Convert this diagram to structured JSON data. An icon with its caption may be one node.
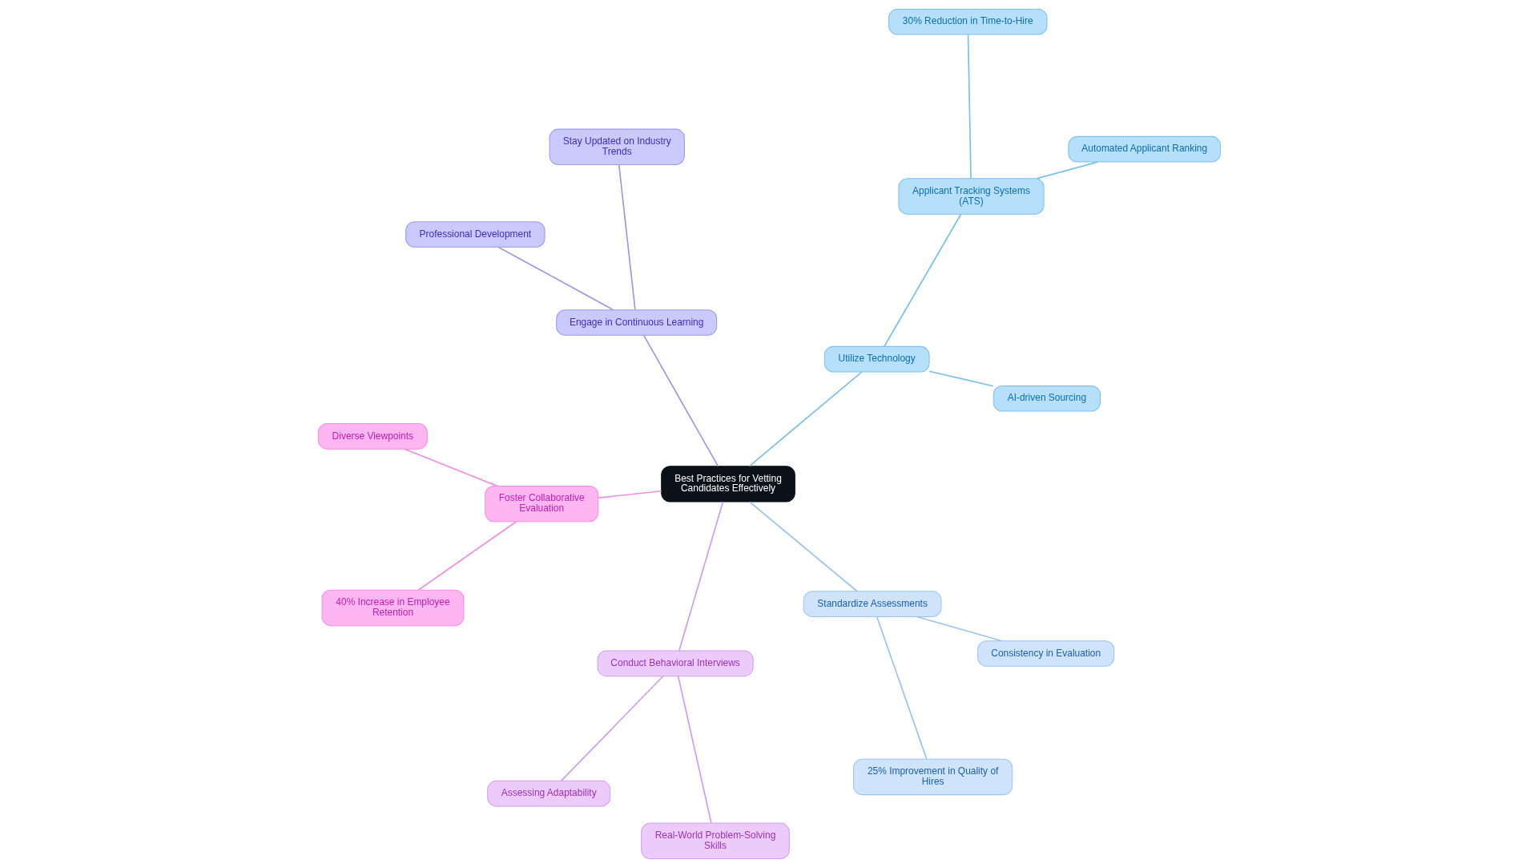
{
  "diagram": {
    "nodes": [
      {
        "text": [
          "Best Practices for Vetting Candidates Effectively"
        ]
      },
      {
        "text": [
          "Engage in Continuous Learning"
        ]
      },
      {
        "text": [
          "Professional Development"
        ]
      },
      {
        "text": [
          "Stay Updated on Industry Trends"
        ]
      },
      {
        "text": [
          "Foster Collaborative Evaluation"
        ]
      },
      {
        "text": [
          "Diverse Viewpoints"
        ]
      },
      {
        "text": [
          "40% Increase in Employee Retention"
        ]
      },
      {
        "text": [
          "Standardize Assessments"
        ]
      },
      {
        "text": [
          "25% Improvement in Quality of Hires"
        ]
      },
      {
        "text": [
          "Consistency in Evaluation"
        ]
      },
      {
        "text": [
          "Conduct Behavioral Interviews"
        ]
      },
      {
        "text": [
          "Assessing Adaptability"
        ]
      },
      {
        "text": [
          "Real-World Problem-Solving Skills"
        ]
      },
      {
        "text": [
          "Utilize Technology"
        ]
      },
      {
        "text": [
          "Applicant Tracking Systems (ATS)"
        ]
      },
      {
        "text": [
          "AI-driven Sourcing"
        ]
      },
      {
        "text": [
          "Automated Applicant Ranking"
        ]
      },
      {
        "text": [
          "30% Reduction in Time-to-Hire"
        ]
      }
    ],
    "edges": [
      {
        "from": 0,
        "to": 1,
        "arrow": "none",
        "color": "#9d9be8"
      },
      {
        "from": 1,
        "to": 2,
        "arrow": "none",
        "color": "#9d9be8"
      },
      {
        "from": 1,
        "to": 3,
        "arrow": "none",
        "color": "#9d9be8"
      },
      {
        "from": 0,
        "to": 4,
        "arrow": "none",
        "color": "#f08fe0"
      },
      {
        "from": 4,
        "to": 5,
        "arrow": "none",
        "color": "#f08fe0"
      },
      {
        "from": 4,
        "to": 6,
        "arrow": "none",
        "color": "#f08fe0"
      },
      {
        "from": 0,
        "to": 7,
        "arrow": "none",
        "color": "#9cc4f0"
      },
      {
        "from": 7,
        "to": 8,
        "arrow": "none",
        "color": "#9cc4f0"
      },
      {
        "from": 7,
        "to": 9,
        "arrow": "none",
        "color": "#9cc4f0"
      },
      {
        "from": 0,
        "to": 10,
        "arrow": "none",
        "color": "#cf9ef0"
      },
      {
        "from": 10,
        "to": 11,
        "arrow": "none",
        "color": "#cf9ef0"
      },
      {
        "from": 10,
        "to": 12,
        "arrow": "none",
        "color": "#cf9ef0"
      },
      {
        "from": 0,
        "to": 13,
        "arrow": "none",
        "color": "#7fc0ea"
      },
      {
        "from": 13,
        "to": 14,
        "arrow": "none",
        "color": "#7fc0ea"
      },
      {
        "from": 13,
        "to": 15,
        "arrow": "none",
        "color": "#7fc0ea"
      },
      {
        "from": 14,
        "to": 16,
        "arrow": "none",
        "color": "#7fc0ea"
      },
      {
        "from": 14,
        "to": 17,
        "arrow": "none",
        "color": "#7fc0ea"
      }
    ]
  }
}
